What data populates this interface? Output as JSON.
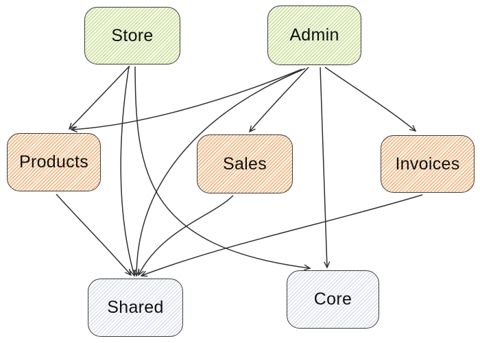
{
  "diagram": {
    "type": "dependency-graph",
    "nodes": [
      {
        "id": "store",
        "label": "Store",
        "fill": "green"
      },
      {
        "id": "admin",
        "label": "Admin",
        "fill": "green"
      },
      {
        "id": "products",
        "label": "Products",
        "fill": "orange"
      },
      {
        "id": "sales",
        "label": "Sales",
        "fill": "orange"
      },
      {
        "id": "invoices",
        "label": "Invoices",
        "fill": "orange"
      },
      {
        "id": "shared",
        "label": "Shared",
        "fill": "gray"
      },
      {
        "id": "core",
        "label": "Core",
        "fill": "gray"
      }
    ],
    "edges": [
      {
        "from": "store",
        "to": "products"
      },
      {
        "from": "store",
        "to": "shared"
      },
      {
        "from": "store",
        "to": "core"
      },
      {
        "from": "admin",
        "to": "products"
      },
      {
        "from": "admin",
        "to": "sales"
      },
      {
        "from": "admin",
        "to": "invoices"
      },
      {
        "from": "admin",
        "to": "shared"
      },
      {
        "from": "admin",
        "to": "core"
      },
      {
        "from": "products",
        "to": "shared"
      },
      {
        "from": "sales",
        "to": "shared"
      },
      {
        "from": "invoices",
        "to": "shared"
      }
    ],
    "colors": {
      "green_stripe": "#c9de9f",
      "orange_stripe": "#f0b17c",
      "gray_stripe": "#d9dde7",
      "node_border": "#3d3d3d",
      "arrow": "#2e2e2e",
      "background": "#ffffff",
      "text": "#101010"
    }
  }
}
